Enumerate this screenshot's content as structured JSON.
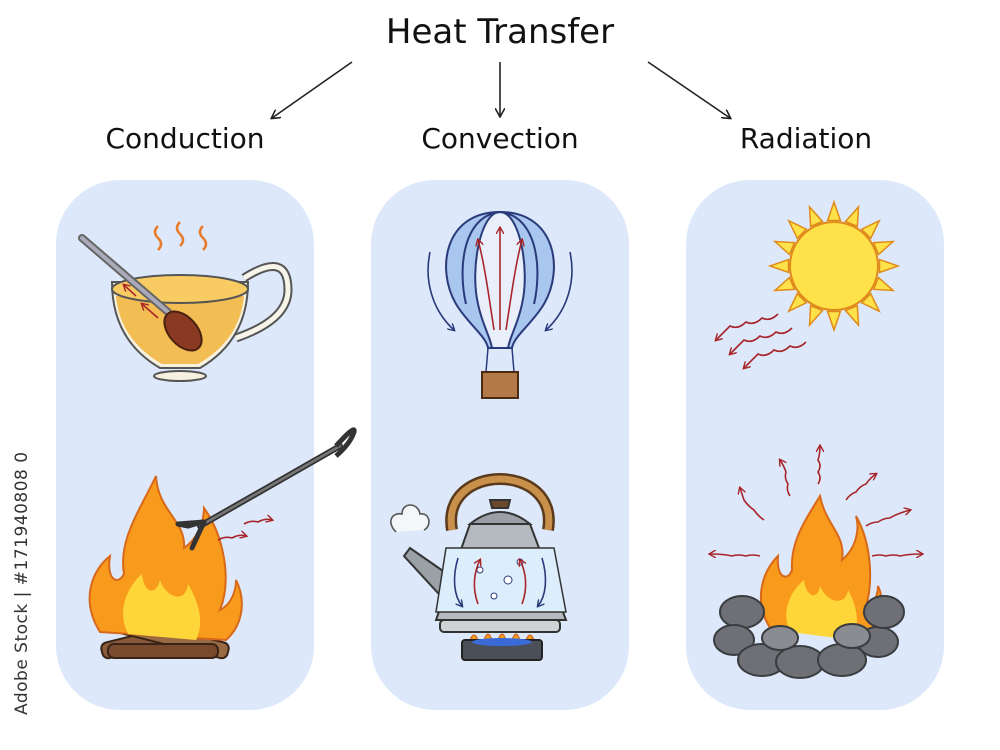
{
  "title": "Heat Transfer",
  "categories": {
    "conduction": "Conduction",
    "convection": "Convection",
    "radiation": "Radiation"
  },
  "watermark": "Adobe Stock | #171940808 0",
  "colors": {
    "panel": "#dde9fb",
    "flame_outer": "#f89a1c",
    "flame_inner": "#ffd63a",
    "heat_arrow": "#a8262a",
    "sun": "#ffe24a"
  },
  "icons": [
    "teacup-with-spoon-icon",
    "campfire-with-poker-icon",
    "hot-air-balloon-icon",
    "kettle-on-stove-icon",
    "sun-icon",
    "campfire-with-stones-icon"
  ]
}
